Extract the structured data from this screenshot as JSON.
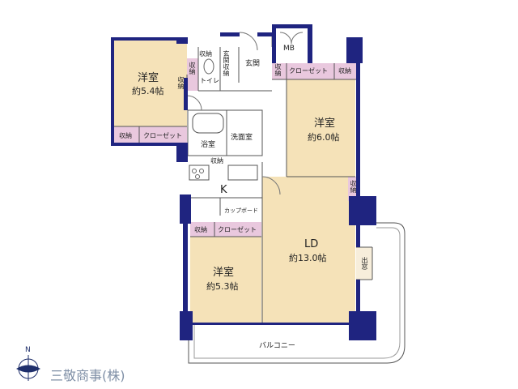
{
  "colors": {
    "wall": "#1f2480",
    "floor": "#f5e2b8",
    "storage_accent": "#e9c8de",
    "balcony_line": "#555555",
    "company_text": "#7f8fa6",
    "compass": "#1f2f6b"
  },
  "rooms": {
    "western_nw": {
      "name": "洋室",
      "size": "約5.4帖"
    },
    "western_ne": {
      "name": "洋室",
      "size": "約6.0帖"
    },
    "western_sw": {
      "name": "洋室",
      "size": "約5.3帖"
    },
    "ld": {
      "name": "LD",
      "size": "約13.0帖"
    },
    "kitchen": {
      "name": "K"
    },
    "bath": {
      "name": "浴室"
    },
    "washroom": {
      "name": "洗面室"
    },
    "toilet": {
      "name": "トイレ"
    },
    "entrance": {
      "name": "玄関"
    },
    "entrance_storage": {
      "name": "玄関収納"
    },
    "mb": {
      "name": "MB"
    }
  },
  "storage_labels": {
    "shuno": "収納",
    "closet": "クローゼット",
    "cupboard": "カップボード",
    "bay_window": "出窓"
  },
  "balcony": {
    "name": "バルコニー"
  },
  "company": {
    "name": "三敬商事(株)"
  },
  "compass": {
    "label": "N",
    "icon": "north-arrow-icon"
  }
}
